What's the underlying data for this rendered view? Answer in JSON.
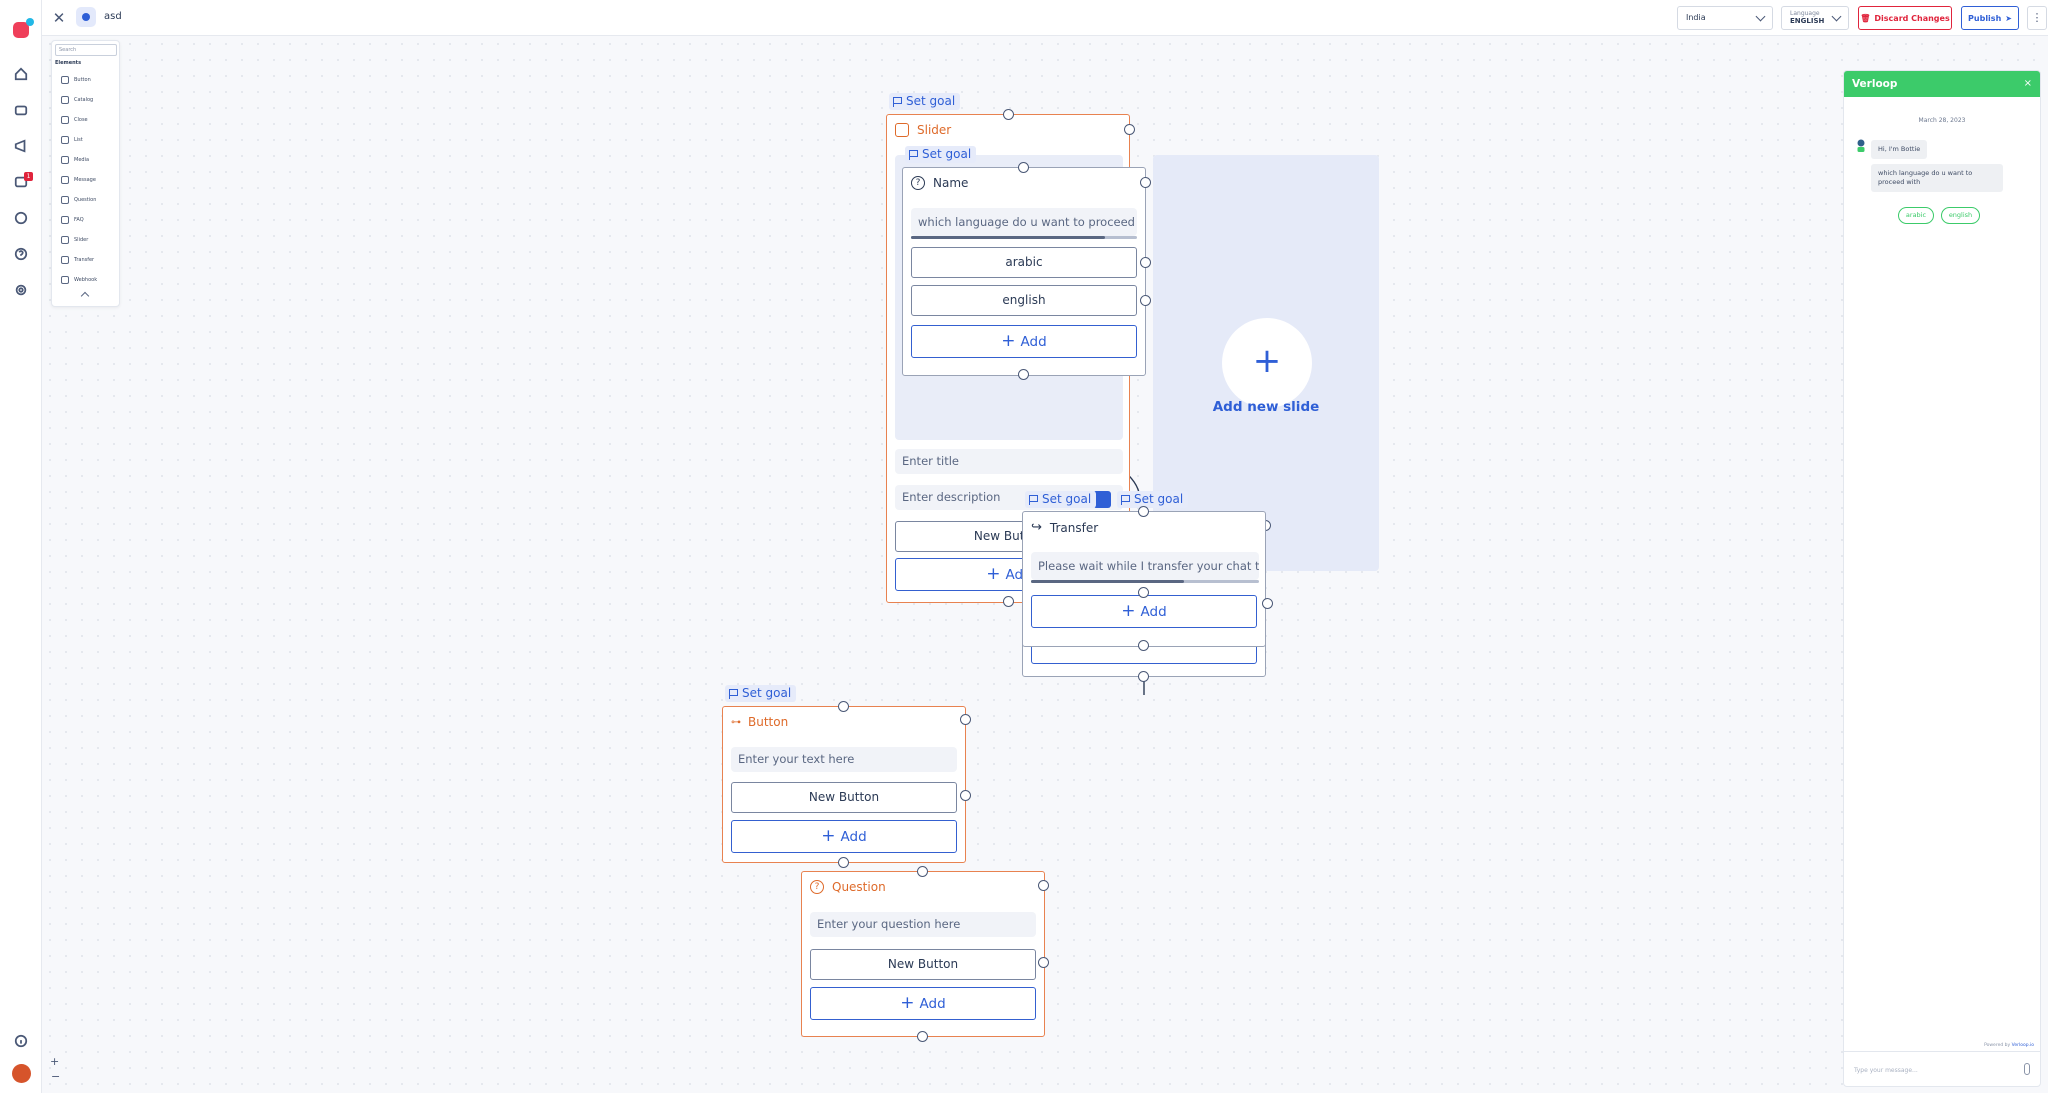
{
  "topbar": {
    "bot_name": "asd",
    "country": "India",
    "language_label": "Language",
    "language_value": "ENGLISH",
    "discard": "Discard Changes",
    "publish": "Publish",
    "more": "⋮"
  },
  "elements_panel": {
    "search_placeholder": "Search",
    "heading": "Elements",
    "items": [
      "Button",
      "Catalog",
      "Close",
      "List",
      "Media",
      "Message",
      "Question",
      "FAQ",
      "Slider",
      "Transfer",
      "Webhook"
    ]
  },
  "nodes": {
    "set_goal": "Set goal",
    "slider": {
      "title": "Slider",
      "title_placeholder": "Enter title",
      "description_placeholder": "Enter description",
      "button": "New Button",
      "add": "Add"
    },
    "name_question": {
      "title": "Name",
      "question": "which language do u want to proceed with",
      "options": [
        "arabic",
        "english"
      ],
      "add": "Add"
    },
    "add_slide": {
      "label": "Add new slide",
      "icon": "+"
    },
    "transfer": {
      "title": "Transfer",
      "message": "Please wait while I transfer your chat to",
      "add": "Add"
    },
    "button_node": {
      "title": "Button",
      "placeholder": "Enter your text here",
      "button": "New Button",
      "add": "Add"
    },
    "question_node": {
      "title": "Question",
      "placeholder": "Enter your question here",
      "button": "New Button",
      "add": "Add"
    }
  },
  "chat": {
    "title": "Verloop",
    "close": "×",
    "date": "March 28, 2023",
    "messages": [
      "Hi, I'm Bottie",
      "which language do u want to proceed with"
    ],
    "chips": [
      "arabic",
      "english"
    ],
    "powered_by": "Powered by",
    "powered_brand": "Verloop.io",
    "input_placeholder": "Type your message..."
  },
  "zoom": {
    "in": "+",
    "out": "−"
  },
  "colors": {
    "accent": "#2f5fd6",
    "node_border": "#e88250",
    "chat_green": "#3ccb6a",
    "danger": "#e0243c"
  }
}
